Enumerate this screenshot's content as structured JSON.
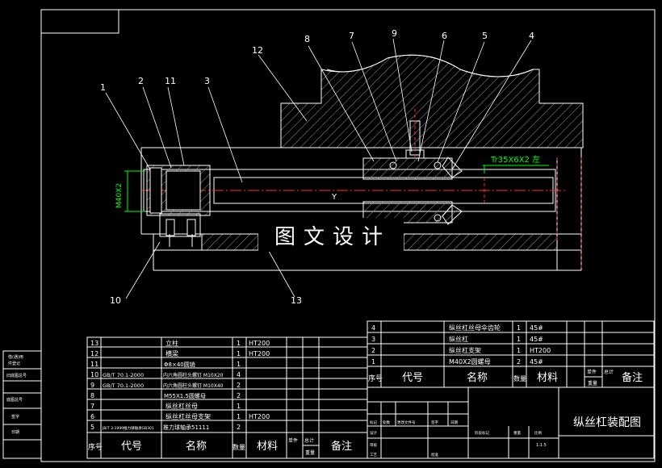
{
  "watermark": "图文设计",
  "dimensions": {
    "thread": "Tr35X6X2 左",
    "nut_thread": "M40X2"
  },
  "callouts": [
    "1",
    "2",
    "11",
    "3",
    "12",
    "8",
    "7",
    "9",
    "6",
    "5",
    "4",
    "10",
    "13"
  ],
  "bom_left": {
    "rows": [
      {
        "no": "13",
        "code": "",
        "name": "立柱",
        "qty": "1",
        "material": "HT200"
      },
      {
        "no": "12",
        "code": "",
        "name": "横梁",
        "qty": "1",
        "material": "HT200"
      },
      {
        "no": "11",
        "code": "",
        "name": "Φ8×40圆销",
        "qty": "1",
        "material": ""
      },
      {
        "no": "10",
        "code": "GB/T 70.1-2000",
        "name": "内六角圆柱头螺钉 M10X20",
        "qty": "4",
        "material": ""
      },
      {
        "no": "9",
        "code": "GB/T 70.1-2000",
        "name": "内六角圆柱头螺钉 M10X40",
        "qty": "2",
        "material": ""
      },
      {
        "no": "8",
        "code": "",
        "name": "M55X1.5圆螺母",
        "qty": "2",
        "material": ""
      },
      {
        "no": "7",
        "code": "",
        "name": "纵丝杠丝母",
        "qty": "1",
        "material": ""
      },
      {
        "no": "6",
        "code": "",
        "name": "纵丝杠丝母支架",
        "qty": "1",
        "material": "HT200"
      },
      {
        "no": "5",
        "code": "JB/T 3-1999推力球轴承GB301",
        "name": "推力球轴承51111",
        "qty": "2",
        "material": ""
      }
    ],
    "header": {
      "no": "序号",
      "code": "代号",
      "name": "名称",
      "qty": "数量",
      "material": "材料",
      "unit_weight": "单件",
      "total_weight": "总计",
      "weight": "重量",
      "remark": "备注"
    }
  },
  "bom_right": {
    "rows": [
      {
        "no": "4",
        "code": "",
        "name": "纵丝杠丝母伞齿轮",
        "qty": "1",
        "material": "45#"
      },
      {
        "no": "3",
        "code": "",
        "name": "纵丝杠",
        "qty": "1",
        "material": "45#"
      },
      {
        "no": "2",
        "code": "",
        "name": "纵丝杠支架",
        "qty": "1",
        "material": "HT200"
      },
      {
        "no": "1",
        "code": "",
        "name": "M40X2圆螺母",
        "qty": "2",
        "material": "45#"
      }
    ],
    "header": {
      "no": "序号",
      "code": "代号",
      "name": "名称",
      "qty": "数量",
      "material": "材料",
      "unit_weight": "单件",
      "total_weight": "总计",
      "weight": "重量",
      "remark": "备注"
    }
  },
  "title_block": {
    "title": "纵丝杠装配图",
    "labels": [
      "标记",
      "处数",
      "更改文件号",
      "签字",
      "日期",
      "设计",
      "审核",
      "工艺",
      "批准",
      "阶段标记",
      "重量",
      "比例"
    ],
    "scale": "1:1.5"
  },
  "side_table": [
    "借(通)用",
    "件登记",
    "旧底图总号",
    "底图总号",
    "签字",
    "日期"
  ]
}
